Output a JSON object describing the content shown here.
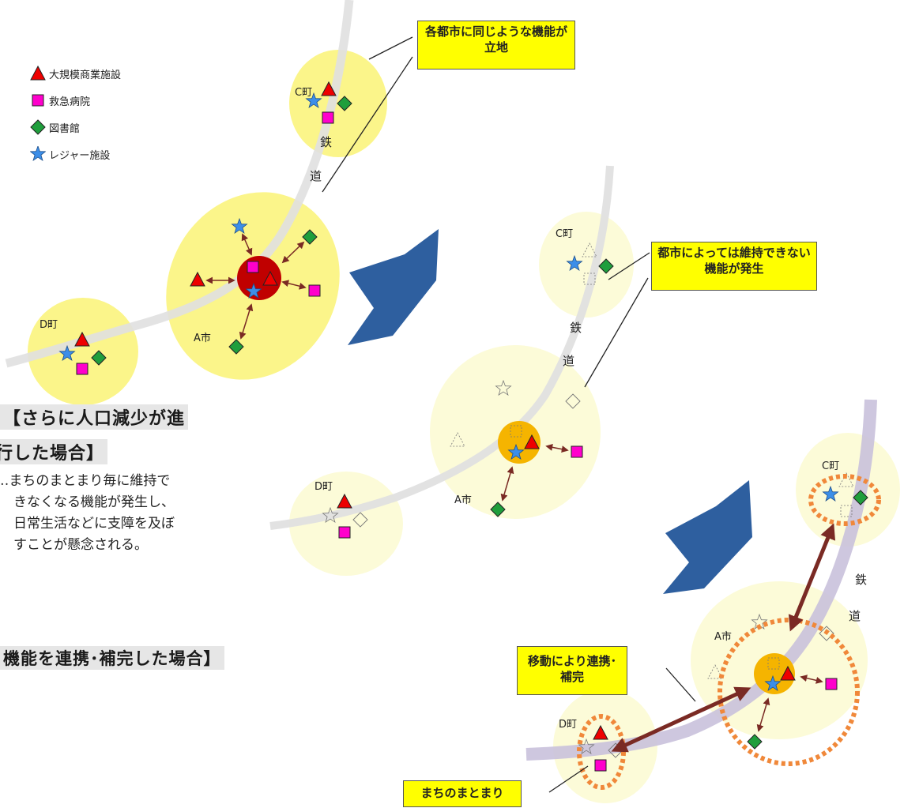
{
  "legend": {
    "items": [
      {
        "icon": "red-triangle",
        "label": "大規模商業施設"
      },
      {
        "icon": "magenta-square",
        "label": "救急病院"
      },
      {
        "icon": "green-diamond",
        "label": "図書館"
      },
      {
        "icon": "blue-star",
        "label": "レジャー施設"
      }
    ]
  },
  "callouts": {
    "same_functions": "各都市に同じような機能が立地",
    "cannot_maintain": "都市によっては維持できない機能が発生",
    "mutual": "移動により連携･補完",
    "cluster": "まちのまとまり"
  },
  "headings": {
    "decline_line1": "【さらに人口減少が進",
    "decline_line2": "行した場合】",
    "decline_desc": [
      "‥まちのまとまり毎に維持で",
      "　きなくなる機能が発生し、",
      "　日常生活などに支障を及ぼ",
      "　すことが懸念される。"
    ],
    "complement": "機能を連携･補完した場合】"
  },
  "labels": {
    "c_town": "C町",
    "a_city": "A市",
    "d_town": "D町",
    "rail_1": "鉄",
    "rail_2": "道"
  },
  "colors": {
    "zone_active": "#fbf58a",
    "zone_faded": "#fcfbd8",
    "core_red": "#c00000",
    "core_orange": "#f5b400",
    "rail": "#e0e0e0",
    "rail_purple": "#c9c1dc",
    "big_arrow": "#2e5f9f",
    "link_arrow": "#7a2a24",
    "dashed_ring": "#f0883a",
    "triangle": "#ee0000",
    "square": "#ff00cc",
    "diamond": "#1f9e3c",
    "star": "#3c8ee8",
    "callout_bg": "#ffff00"
  }
}
